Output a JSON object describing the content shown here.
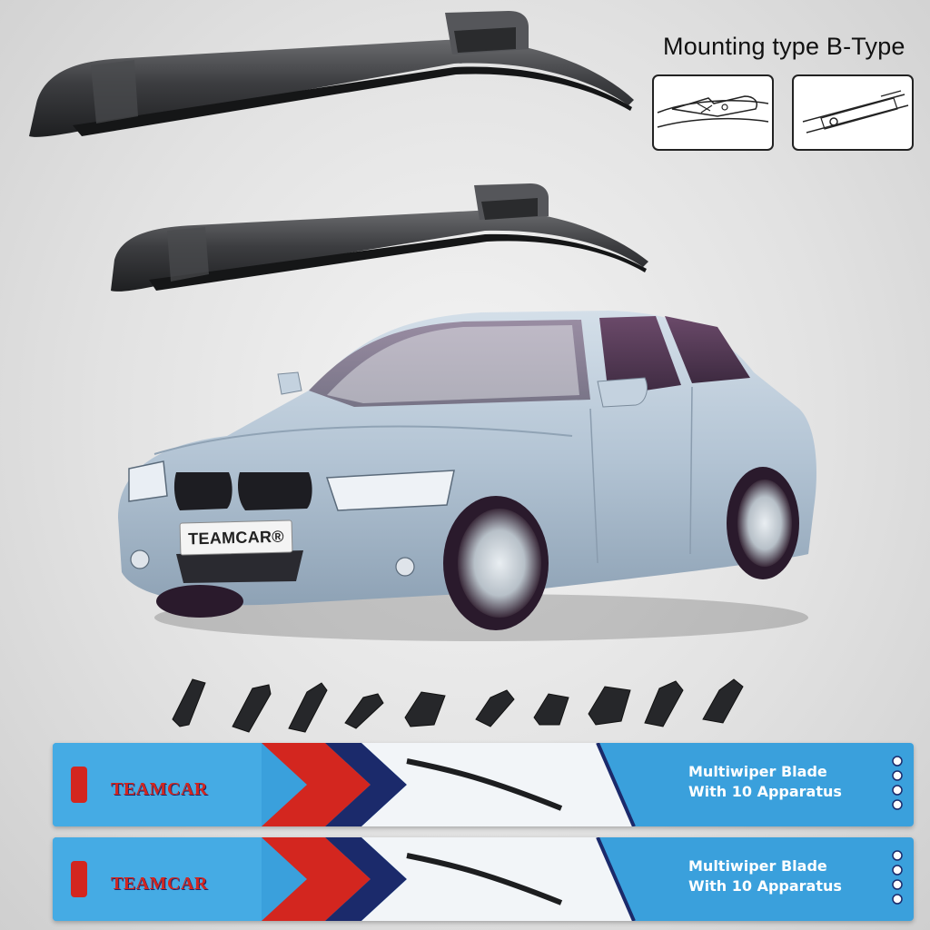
{
  "mounting": {
    "title": "Mounting type B-Type",
    "icon_a": "hook-clip-diagram-icon",
    "icon_b": "pin-slot-diagram-icon"
  },
  "car": {
    "plate_text": "TEAMCAR®",
    "body_color": "#b8c8d8"
  },
  "adapters": {
    "count": 10,
    "icon": "wiper-adapter-icon"
  },
  "packages": [
    {
      "brand": "TEAMCAR",
      "line1": "Multiwiper Blade",
      "line2": "With 10 Apparatus"
    },
    {
      "brand": "TEAMCAR",
      "line1": "Multiwiper Blade",
      "line2": "With 10 Apparatus"
    }
  ],
  "colors": {
    "package_blue": "#3aa0dc",
    "package_red": "#d3261f",
    "package_navy": "#1b2a6b",
    "blade_dark": "#3e3f42"
  }
}
